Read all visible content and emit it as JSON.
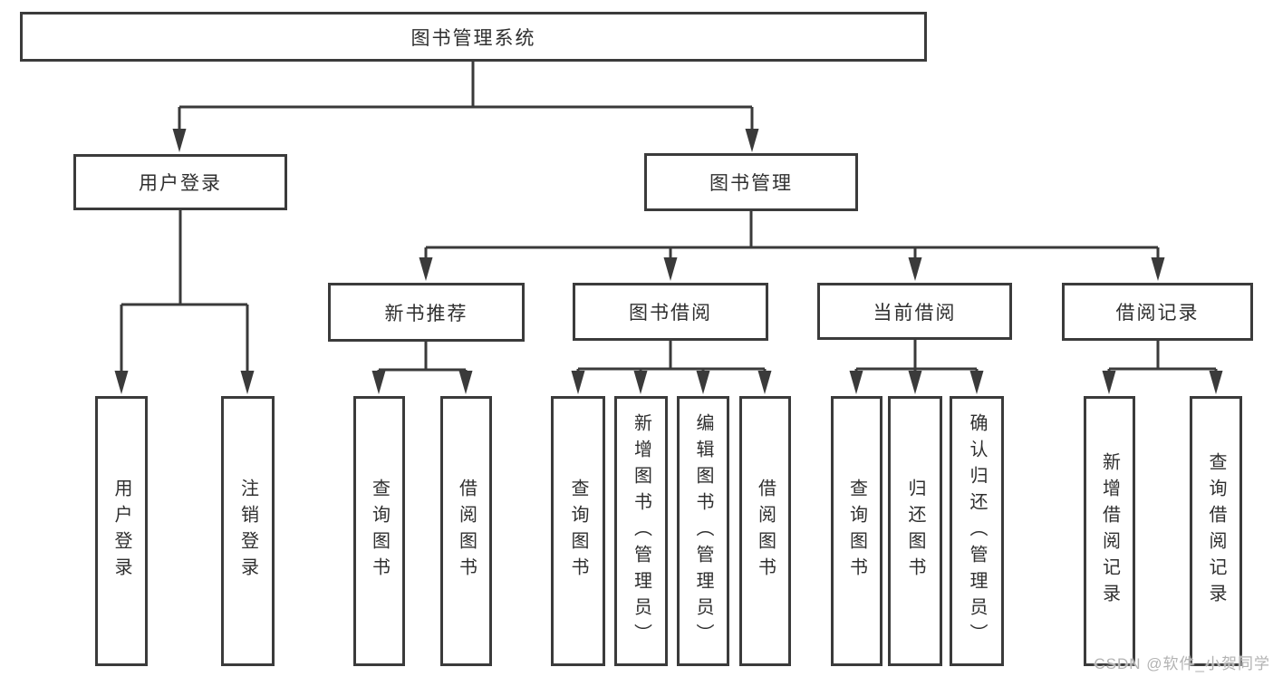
{
  "diagram": {
    "root": {
      "label": "图书管理系统"
    },
    "level2": [
      {
        "label": "用户登录"
      },
      {
        "label": "图书管理"
      }
    ],
    "level3": [
      {
        "label": "新书推荐"
      },
      {
        "label": "图书借阅"
      },
      {
        "label": "当前借阅"
      },
      {
        "label": "借阅记录"
      }
    ],
    "leaves": {
      "login": [
        {
          "label": "用户登录"
        },
        {
          "label": "注销登录"
        }
      ],
      "newbook": [
        {
          "label": "查询图书"
        },
        {
          "label": "借阅图书"
        }
      ],
      "borrow": [
        {
          "label": "查询图书"
        },
        {
          "label": "新增图书（管理员）"
        },
        {
          "label": "编辑图书（管理员）"
        },
        {
          "label": "借阅图书"
        }
      ],
      "current": [
        {
          "label": "查询图书"
        },
        {
          "label": "归还图书"
        },
        {
          "label": "确认归还（管理员）"
        }
      ],
      "records": [
        {
          "label": "新增借阅记录"
        },
        {
          "label": "查询借阅记录"
        }
      ]
    }
  },
  "watermark": {
    "text": "CSDN @软件_小贺同学"
  },
  "colors": {
    "background": "#ffffff",
    "line": "#3a3a3a",
    "node_border": "#3b3b3b",
    "text": "#2f2f2f",
    "watermark_text": "#b3b3b3"
  }
}
